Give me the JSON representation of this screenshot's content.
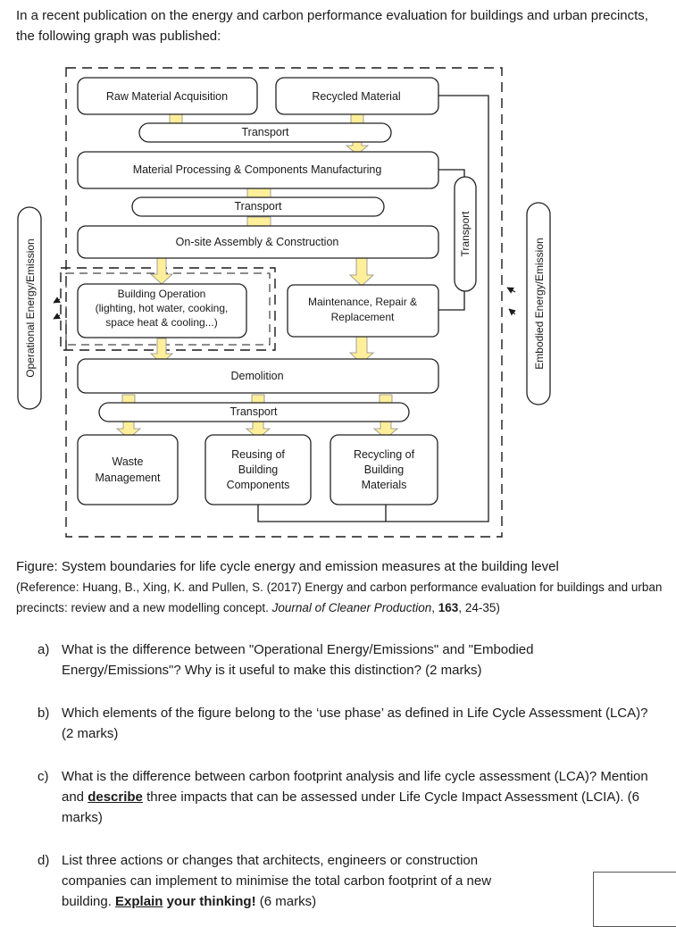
{
  "intro": "In a recent publication on the energy and carbon performance evaluation for buildings and urban precincts, the following graph was published:",
  "diagram": {
    "raw_material": "Raw Material Acquisition",
    "recycled_material": "Recycled Material",
    "transport": "Transport",
    "processing": "Material Processing & Components Manufacturing",
    "assembly": "On-site Assembly & Construction",
    "operation_lines": [
      "Building Operation",
      "(lighting, hot water, cooking,",
      "space heat & cooling...)"
    ],
    "maintenance_lines": [
      "Maintenance, Repair &",
      "Replacement"
    ],
    "demolition": "Demolition",
    "waste_lines": [
      "Waste",
      "Management"
    ],
    "reusing_lines": [
      "Reusing of",
      "Building",
      "Components"
    ],
    "recycling_lines": [
      "Recycling of",
      "Building",
      "Materials"
    ],
    "operational_side": "Operational Energy/Emission",
    "embodied_side": "Embodied Energy/Emission"
  },
  "caption": {
    "figure": "Figure: System boundaries for life cycle energy and emission measures at the building level",
    "ref_prefix": "(Reference: Huang, B., Xing, K. and Pullen, S. (2017) Energy and carbon performance evaluation for buildings and urban precincts: review and a new modelling concept. ",
    "journal": "Journal of Cleaner Production",
    "ref_sep": ", ",
    "volume": "163",
    "pages": ", 24-35)"
  },
  "questions": {
    "a_label": "a)",
    "a_text": "What is the difference between \"Operational Energy/Emissions\" and \"Embodied Energy/Emissions\"? Why is it useful to make this distinction? (2 marks)",
    "b_label": "b)",
    "b_text": "Which elements of the figure belong to the ‘use phase’ as defined in Life Cycle Assessment (LCA)? (2 marks)",
    "c_label": "c)",
    "c_text1": "What is the difference between carbon footprint analysis and life cycle assessment (LCA)? Mention and ",
    "c_describe": "describe",
    "c_text2": " three impacts that can be assessed under Life Cycle Impact Assessment (LCIA). (6 marks)",
    "d_label": "d)",
    "d_text1": "List three actions or changes that architects, engineers or construction companies can implement to minimise the total carbon footprint of a new building. ",
    "d_explain": "Explain",
    "d_thinking": " your thinking!",
    "d_marks": " (6 marks)"
  }
}
